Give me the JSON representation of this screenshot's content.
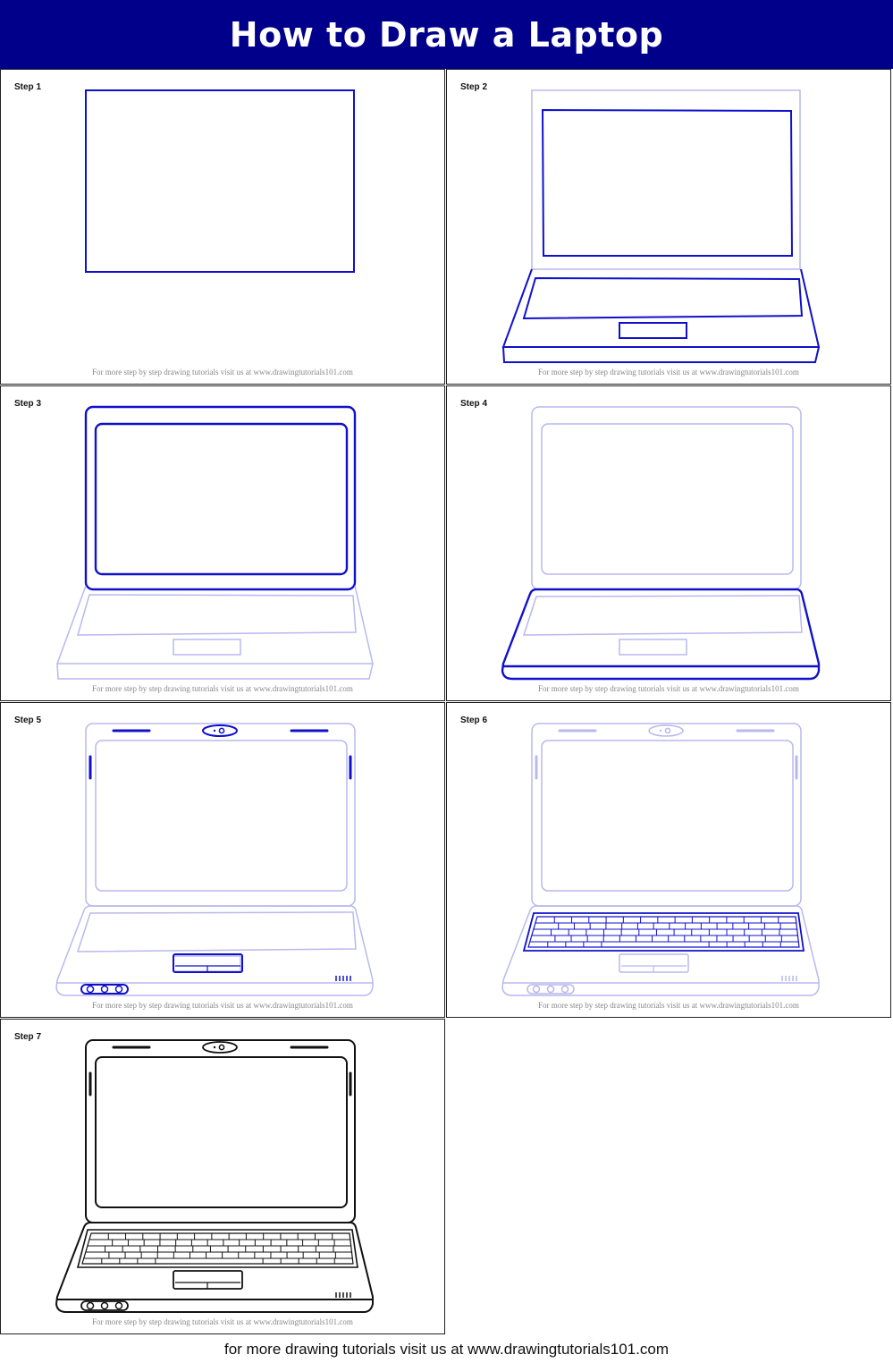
{
  "title": "How to Draw a Laptop",
  "steps": [
    {
      "label": "Step 1"
    },
    {
      "label": "Step 2"
    },
    {
      "label": "Step 3"
    },
    {
      "label": "Step 4"
    },
    {
      "label": "Step 5"
    },
    {
      "label": "Step 6"
    },
    {
      "label": "Step 7"
    }
  ],
  "cell_credit": "For more step by step drawing tutorials visit us at www.drawingtutorials101.com",
  "footer": "for more drawing tutorials visit us at www.drawingtutorials101.com",
  "colors": {
    "header_bg": "#00008b",
    "new_stroke": "#1010cc",
    "guide_stroke": "#b8b8ee",
    "final_stroke": "#111111"
  }
}
